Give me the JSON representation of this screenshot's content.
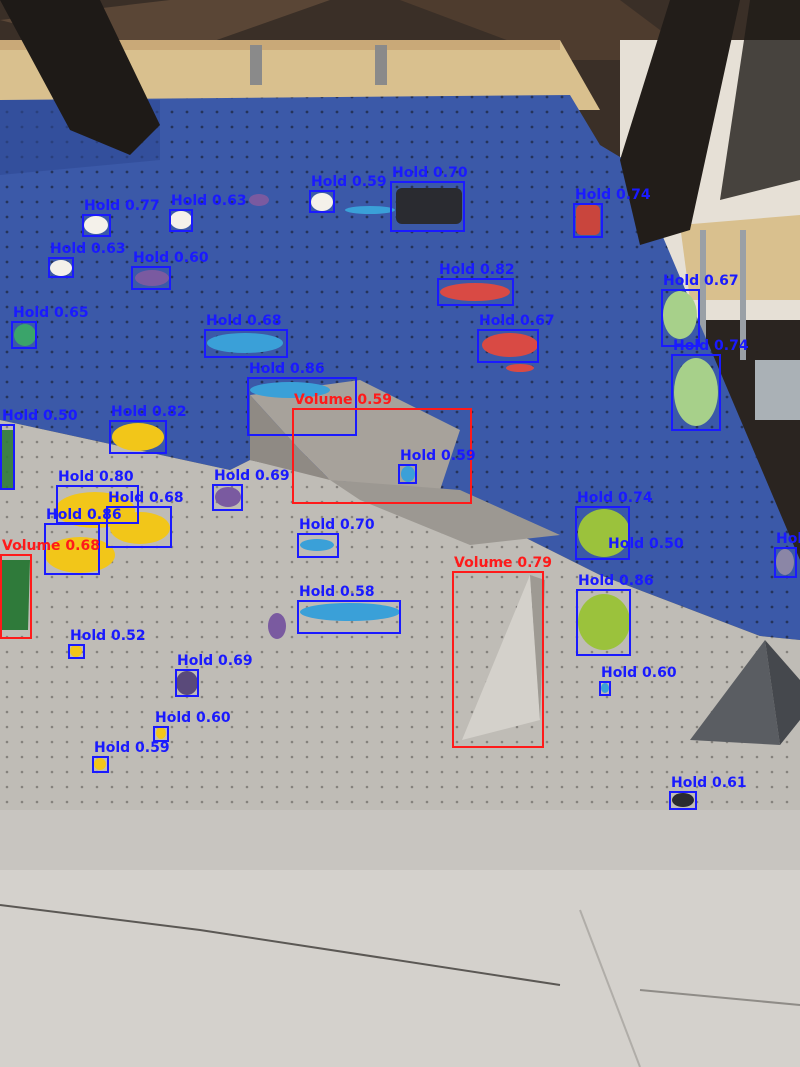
{
  "detections": [
    {
      "kind": "hold",
      "label": "Hold 0.77"
    },
    {
      "kind": "hold",
      "label": "Hold 0.63"
    },
    {
      "kind": "hold",
      "label": "Hold 0.59"
    },
    {
      "kind": "hold",
      "label": "Hold 0.70"
    },
    {
      "kind": "hold",
      "label": "Hold 0.74"
    },
    {
      "kind": "hold",
      "label": "Hold 0.63"
    },
    {
      "kind": "hold",
      "label": "Hold 0.60"
    },
    {
      "kind": "hold",
      "label": "Hold 0.82"
    },
    {
      "kind": "hold",
      "label": "Hold 0.67"
    },
    {
      "kind": "hold",
      "label": "Hold 0.65"
    },
    {
      "kind": "hold",
      "label": "Hold 0.68"
    },
    {
      "kind": "hold",
      "label": "Hold 0.67"
    },
    {
      "kind": "hold",
      "label": "Hold 0.74"
    },
    {
      "kind": "hold",
      "label": "Hold 0.86"
    },
    {
      "kind": "volume",
      "label": "Volume 0.59"
    },
    {
      "kind": "hold",
      "label": "Hold 0.50"
    },
    {
      "kind": "hold",
      "label": "Hold 0.82"
    },
    {
      "kind": "hold",
      "label": "Hold 0.59"
    },
    {
      "kind": "hold",
      "label": "Hold 0.80"
    },
    {
      "kind": "hold",
      "label": "Hold 0.69"
    },
    {
      "kind": "hold",
      "label": "Hold 0.68"
    },
    {
      "kind": "hold",
      "label": "Hold 0.86"
    },
    {
      "kind": "hold",
      "label": "Hold 0.74"
    },
    {
      "kind": "hold",
      "label": "Hold 0.70"
    },
    {
      "kind": "volume",
      "label": "Volume 0.68"
    },
    {
      "kind": "hold",
      "label": "Hold 0.50"
    },
    {
      "kind": "hold",
      "label": "Hol"
    },
    {
      "kind": "volume",
      "label": "Volume 0.79"
    },
    {
      "kind": "hold",
      "label": "Hold 0.58"
    },
    {
      "kind": "hold",
      "label": "Hold 0.86"
    },
    {
      "kind": "hold",
      "label": "Hold 0.52"
    },
    {
      "kind": "hold",
      "label": "Hold 0.69"
    },
    {
      "kind": "hold",
      "label": "Hold 0.60"
    },
    {
      "kind": "hold",
      "label": "Hold 0.60"
    },
    {
      "kind": "hold",
      "label": "Hold 0.59"
    },
    {
      "kind": "hold",
      "label": "Hold 0.61"
    }
  ],
  "colors": {
    "hold_box": "#1a1aff",
    "volume_box": "#ff1a1a",
    "wall_blue": "#3b59a8",
    "wall_grey": "#bfbcb6",
    "floor_mat": "#d4d1cc",
    "ceiling_wood": "#e0c89a"
  }
}
